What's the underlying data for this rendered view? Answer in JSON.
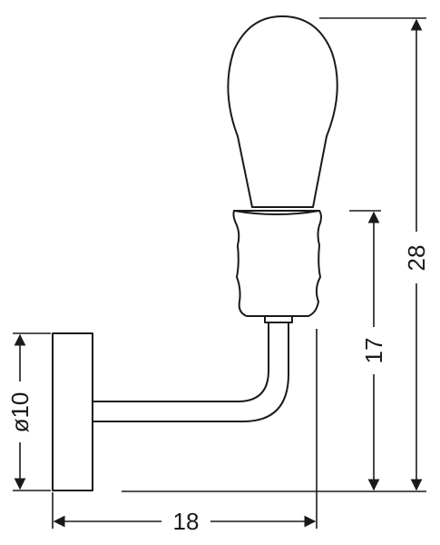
{
  "dimensions": {
    "height_total": "28",
    "height_mount": "17",
    "depth": "18",
    "base_diameter": "ø10"
  },
  "colors": {
    "line": "#1a1a1a",
    "background": "#ffffff"
  }
}
